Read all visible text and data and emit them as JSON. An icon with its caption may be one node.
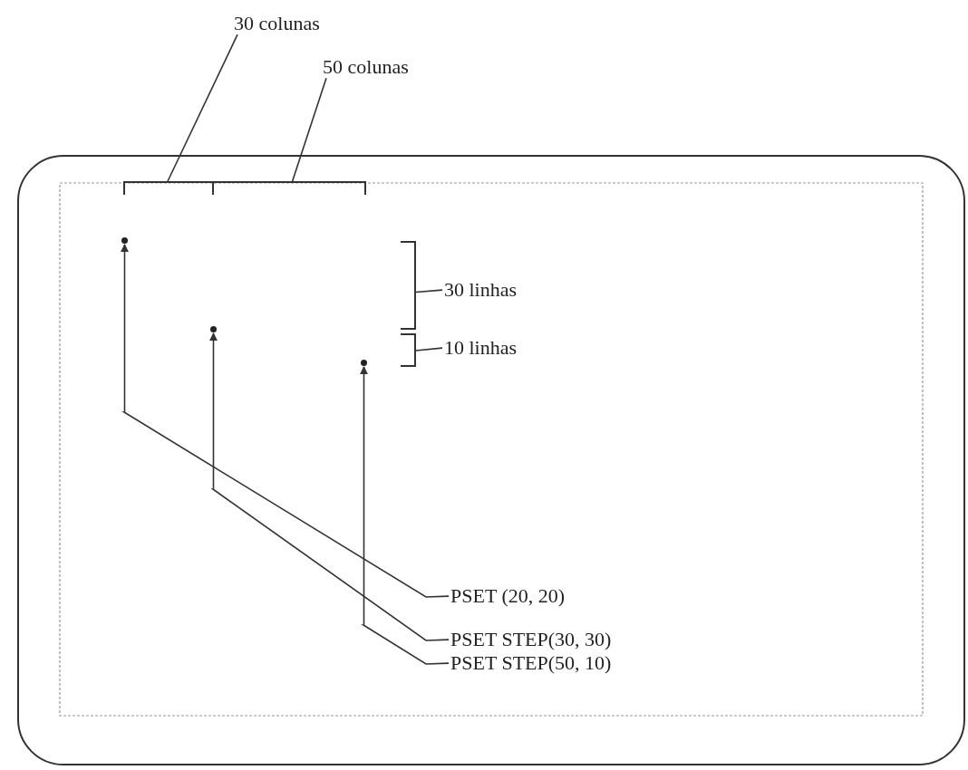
{
  "diagram": {
    "nodes": [
      {
        "text": [
          "30 colunas"
        ]
      },
      {
        "text": [
          "50 colunas"
        ]
      },
      {
        "text": [
          "30 linhas"
        ]
      },
      {
        "text": [
          "10 linhas"
        ]
      },
      {
        "text": [],
        "shape": "circle"
      },
      {
        "text": [],
        "shape": "circle"
      },
      {
        "text": [],
        "shape": "circle"
      },
      {
        "text": [
          "PSET (20, 20)"
        ]
      },
      {
        "text": [
          "PSET STEP(30, 30)"
        ]
      },
      {
        "text": [
          "PSET STEP(50, 10)"
        ]
      },
      {
        "text": [],
        "shape": "bracket"
      },
      {
        "text": [],
        "shape": "bracket"
      },
      {
        "text": [],
        "shape": "bracket"
      }
    ],
    "edges": [
      {
        "from": 0,
        "to": 10,
        "arrow": "none"
      },
      {
        "from": 1,
        "to": 10,
        "arrow": "none"
      },
      {
        "from": 2,
        "to": 11,
        "arrow": "none"
      },
      {
        "from": 3,
        "to": 12,
        "arrow": "none"
      },
      {
        "from": 7,
        "to": 4,
        "arrow": "to"
      },
      {
        "from": 8,
        "to": 5,
        "arrow": "to"
      },
      {
        "from": 9,
        "to": 6,
        "arrow": "to"
      }
    ]
  }
}
